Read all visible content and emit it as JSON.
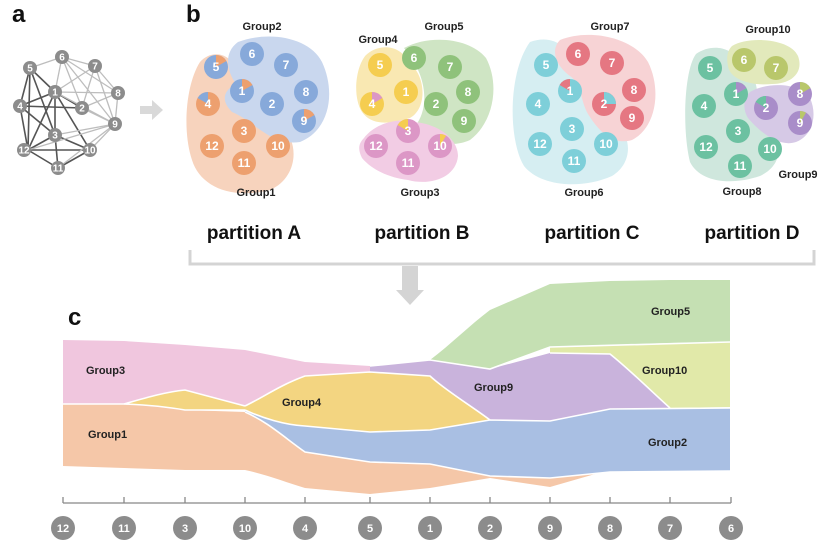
{
  "panels": {
    "a": "a",
    "b": "b",
    "c": "c"
  },
  "network_nodes": [
    "5",
    "6",
    "7",
    "1",
    "8",
    "4",
    "2",
    "9",
    "3",
    "12",
    "10",
    "11"
  ],
  "partitions": [
    {
      "label": "partition A",
      "groups": [
        "Group1",
        "Group2"
      ]
    },
    {
      "label": "partition B",
      "groups": [
        "Group3",
        "Group4",
        "Group5"
      ]
    },
    {
      "label": "partition C",
      "groups": [
        "Group6",
        "Group7"
      ]
    },
    {
      "label": "partition D",
      "groups": [
        "Group8",
        "Group9",
        "Group10"
      ]
    }
  ],
  "partition_nodes": [
    "5",
    "6",
    "7",
    "1",
    "8",
    "4",
    "2",
    "9",
    "3",
    "12",
    "10",
    "11"
  ],
  "flow_groups": [
    "Group1",
    "Group2",
    "Group3",
    "Group4",
    "Group5",
    "Group9",
    "Group10"
  ],
  "axis_nodes": [
    "12",
    "11",
    "3",
    "10",
    "4",
    "5",
    "1",
    "2",
    "9",
    "8",
    "7",
    "6"
  ],
  "colors": {
    "orange": "#eda06f",
    "orange_light": "#f7d3bd",
    "blue": "#87a9da",
    "blue_light": "#c9d7ee",
    "pink": "#dc97c6",
    "pink_light": "#f2cce4",
    "yellow": "#f5cd50",
    "yellow_light": "#f9e8b2",
    "green": "#8fc27b",
    "green_light": "#cfe5c4",
    "cyan": "#7ecfd9",
    "cyan_light": "#d6eef2",
    "red": "#e57782",
    "red_light": "#f7d3d5",
    "teal": "#6cc1a1",
    "teal_light": "#cfe7dd",
    "purple": "#a98dc9",
    "purple_light": "#d6c9e6",
    "lime": "#b9c76b",
    "lime_light": "#e2e9bb",
    "gray": "#8c8c8c"
  }
}
